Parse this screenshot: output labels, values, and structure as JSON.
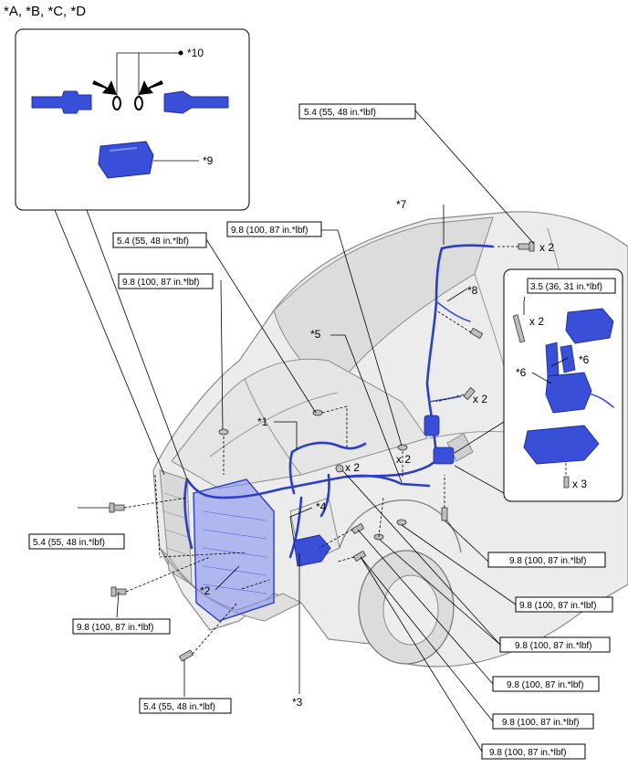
{
  "header": {
    "title": "*A, *B, *C, *D"
  },
  "colors": {
    "component": "#2a3ec8",
    "component_light": "#6e7fe6",
    "body": "#e9e9e9"
  },
  "callouts": {
    "c1": "*1",
    "c2": "*2",
    "c3": "*3",
    "c4": "*4",
    "c5": "*5",
    "c6a": "*6",
    "c6b": "*6",
    "c7": "*7",
    "c8": "*8",
    "c9": "*9",
    "c10": "*10"
  },
  "quantities": {
    "q1": "x 2",
    "q2": "x 2",
    "q3": "x 2",
    "q4": "x 2",
    "q5": "x 2",
    "q6": "x 3"
  },
  "torques": {
    "t1": "5.4 (55, 48 in.*lbf)",
    "t2": "9.8 (100, 87 in.*lbf)",
    "t3": "5.4 (55, 48 in.*lbf)",
    "t4": "9.8 (100, 87 in.*lbf)",
    "t5": "3.5 (36, 31 in.*lbf)",
    "t6": "5.4 (55, 48 in.*lbf)",
    "t7": "9.8 (100, 87 in.*lbf)",
    "t8": "9.8 (100, 87 in.*lbf)",
    "t9": "5.4 (55, 48 in.*lbf)",
    "t10": "9.8 (100, 87 in.*lbf)",
    "t11": "9.8 (100, 87 in.*lbf)",
    "t12": "9.8 (100, 87 in.*lbf)",
    "t13": "9.8 (100, 87 in.*lbf)",
    "t14": "9.8 (100, 87 in.*lbf)"
  }
}
